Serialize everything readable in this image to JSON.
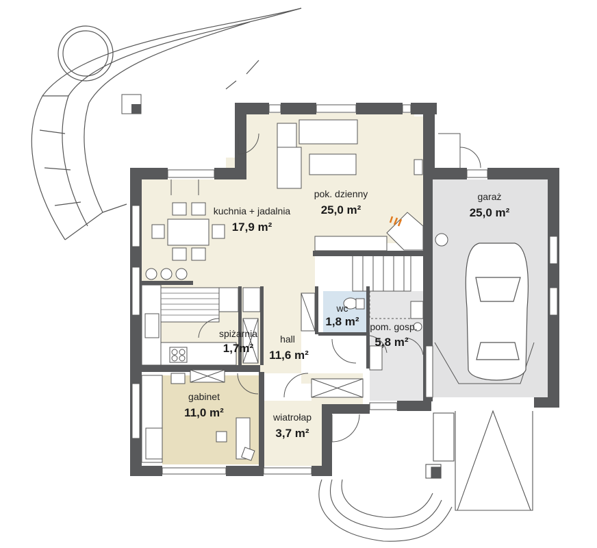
{
  "rooms": {
    "living": {
      "name": "pok. dzienny",
      "area": "25,0 m²"
    },
    "kitchen": {
      "name": "kuchnia + jadalnia",
      "area": "17,9 m²"
    },
    "garage": {
      "name": "garaż",
      "area": "25,0 m²"
    },
    "wc": {
      "name": "wc",
      "area": "1,8 m²"
    },
    "pantry": {
      "name": "spiżarnia",
      "area": "1,7m²"
    },
    "hall": {
      "name": "hall",
      "area": "11,6 m²"
    },
    "utility": {
      "name": "pom. gosp.",
      "area": "5,8 m²"
    },
    "study": {
      "name": "gabinet",
      "area": "11,0 m²"
    },
    "vestibule": {
      "name": "wiatrołap",
      "area": "3,7 m²"
    }
  },
  "colors": {
    "wall": "#58595b",
    "beige": "#f3efdf",
    "study": "#e8dfbf",
    "garage": "#e2e2e3",
    "wc": "#d6e4ef"
  }
}
